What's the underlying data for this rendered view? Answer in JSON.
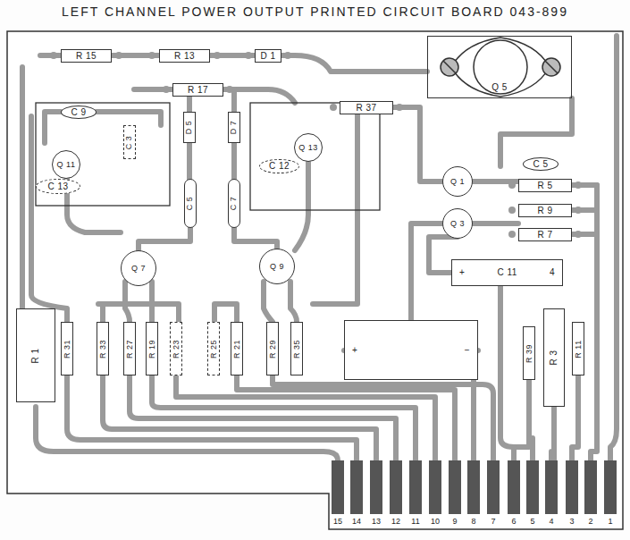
{
  "diagram": {
    "title": "LEFT CHANNEL POWER OUTPUT PRINTED CIRCUIT BOARD 043-899",
    "nodes": [
      {
        "text": [
          "R 15"
        ]
      },
      {
        "text": [
          "R 13"
        ]
      },
      {
        "text": [
          "D 1"
        ]
      },
      {
        "text": [
          "Q 5"
        ]
      },
      {
        "text": [
          "C 9"
        ]
      },
      {
        "text": [
          "R 17"
        ]
      },
      {
        "text": [
          "R 37"
        ]
      },
      {
        "text": [
          "C 3"
        ]
      },
      {
        "text": [
          "D 5"
        ]
      },
      {
        "text": [
          "D 7"
        ]
      },
      {
        "text": [
          "Q 11"
        ]
      },
      {
        "text": [
          "C 13"
        ]
      },
      {
        "text": [
          "C 12"
        ]
      },
      {
        "text": [
          "Q 13"
        ]
      },
      {
        "text": [
          "C 5"
        ]
      },
      {
        "text": [
          "C 7"
        ]
      },
      {
        "text": [
          "Q 7"
        ]
      },
      {
        "text": [
          "Q 9"
        ]
      },
      {
        "text": [
          "Q 1"
        ]
      },
      {
        "text": [
          "Q 3"
        ]
      },
      {
        "text": [
          "C 5"
        ]
      },
      {
        "text": [
          "R 5"
        ]
      },
      {
        "text": [
          "R 9"
        ]
      },
      {
        "text": [
          "R 7"
        ]
      },
      {
        "text": [
          "+",
          "C 11",
          "4"
        ]
      },
      {
        "text": [
          "R 1"
        ]
      },
      {
        "text": [
          "R 31"
        ]
      },
      {
        "text": [
          "R 33"
        ]
      },
      {
        "text": [
          "R 27"
        ]
      },
      {
        "text": [
          "R 19"
        ]
      },
      {
        "text": [
          "R 23"
        ]
      },
      {
        "text": [
          "R 25"
        ]
      },
      {
        "text": [
          "R 21"
        ]
      },
      {
        "text": [
          "R 29"
        ]
      },
      {
        "text": [
          "R 35"
        ]
      },
      {
        "text": [
          "+",
          "−"
        ]
      },
      {
        "text": [
          "R 39"
        ]
      },
      {
        "text": [
          "R 3"
        ]
      },
      {
        "text": [
          "R 11"
        ]
      }
    ],
    "labels": [
      "15",
      "14",
      "13",
      "12",
      "11",
      "10",
      "9",
      "8",
      "7",
      "6",
      "5",
      "4",
      "3",
      "2",
      "1"
    ]
  }
}
